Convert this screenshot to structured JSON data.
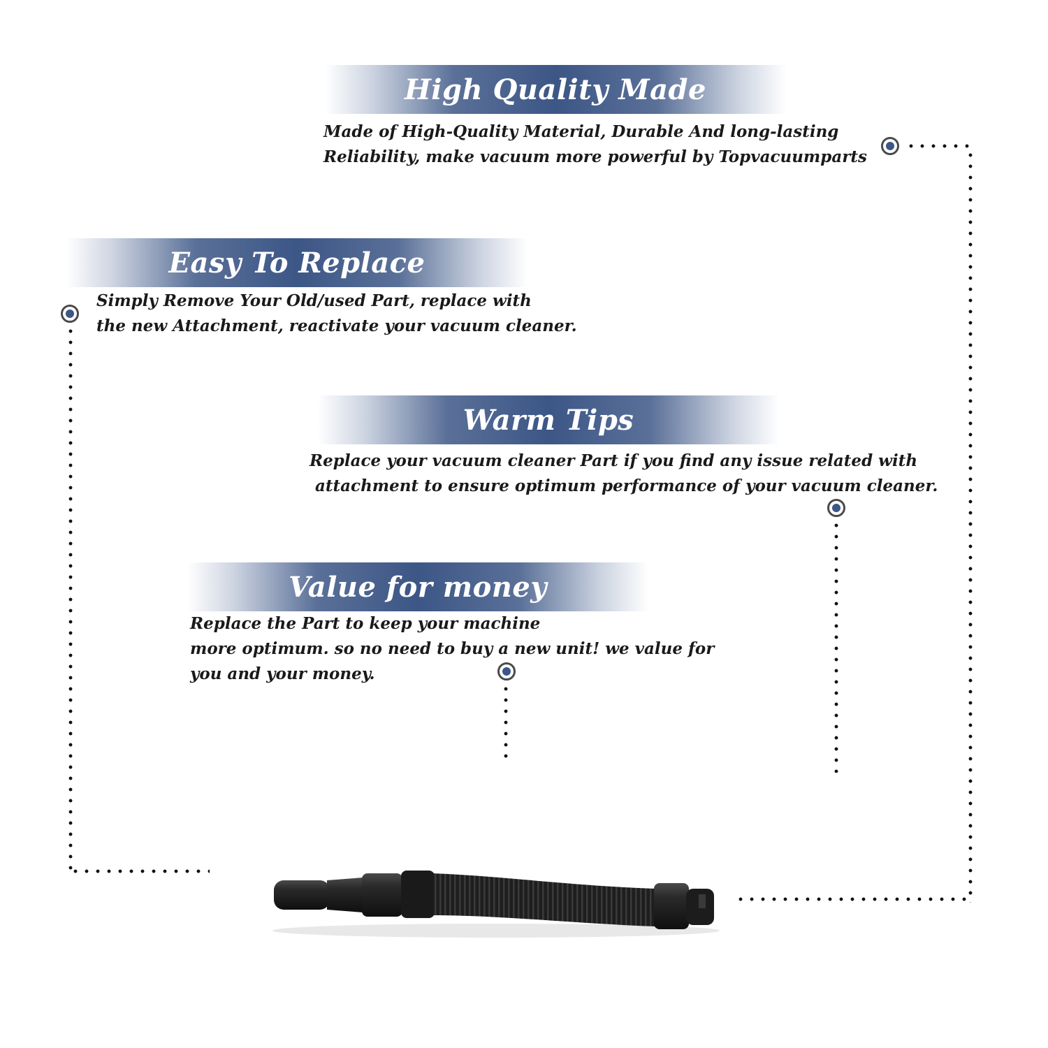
{
  "sections": [
    {
      "title": "High Quality Made",
      "lines": [
        "Made of  High-Quality Material, Durable And long-lasting",
        "Reliability, make vacuum more powerful by Topvacuumparts"
      ]
    },
    {
      "title": "Easy To Replace",
      "lines": [
        "Simply Remove Your Old/used Part, replace with",
        "the new Attachment, reactivate your vacuum cleaner."
      ]
    },
    {
      "title": "Warm Tips",
      "lines": [
        "Replace your vacuum cleaner Part if you find any issue related with",
        " attachment to ensure optimum performance of your vacuum cleaner."
      ]
    },
    {
      "title": "Value for money",
      "lines": [
        "Replace the Part to keep your machine",
        "more optimum. so no need to buy a new unit! we value for",
        "you and your money."
      ]
    }
  ],
  "colors": {
    "banner_blue": "#3c5686",
    "marker_blue": "#3c5686",
    "text": "#1a1a1a",
    "hose": "#1c1c1c"
  },
  "product": "vacuum-hose-attachment"
}
